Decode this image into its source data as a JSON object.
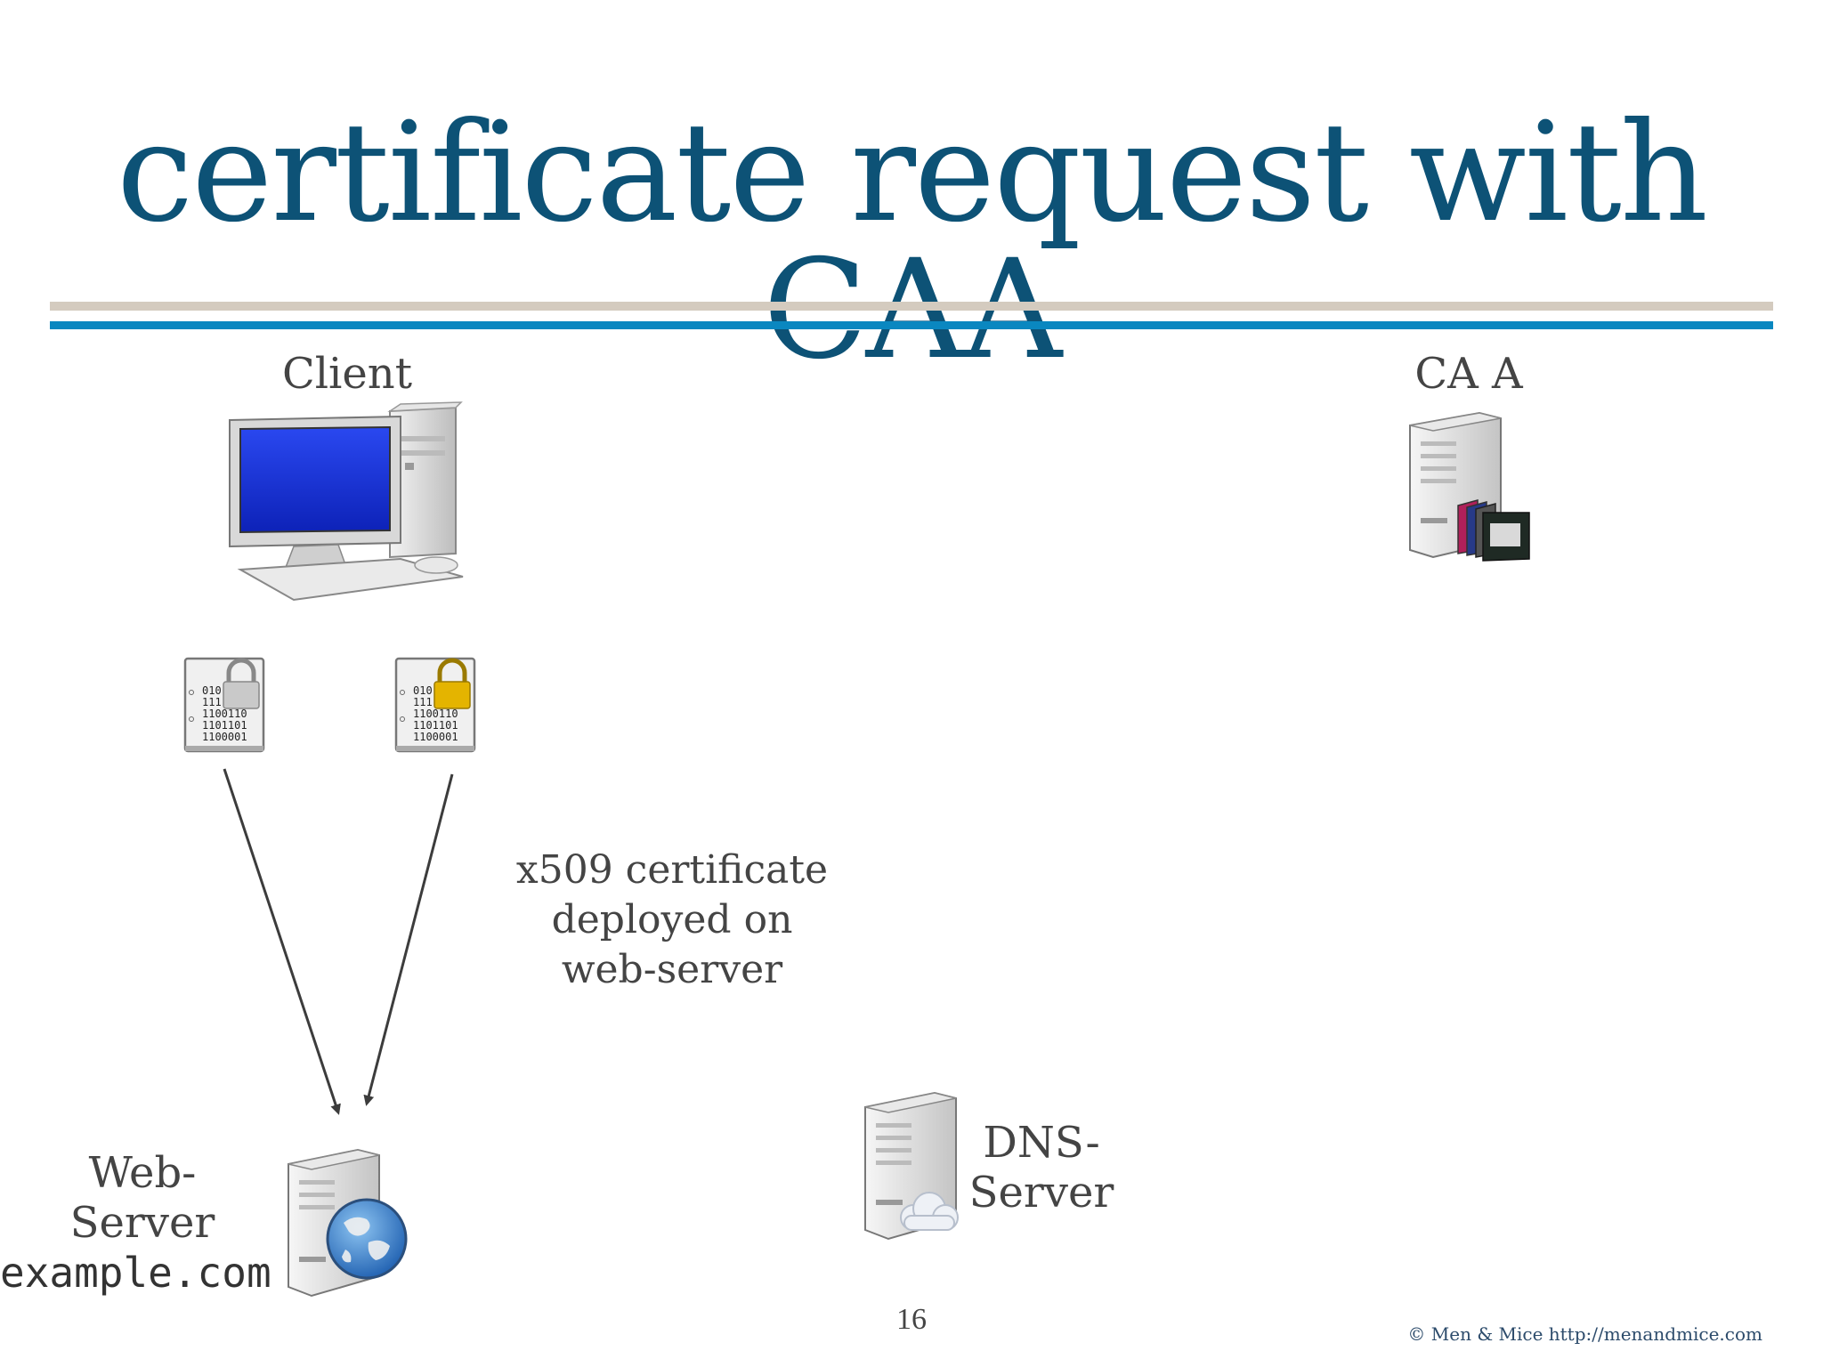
{
  "slide": {
    "title": "certificate request with CAA",
    "page_number": "16",
    "footer": "© Men & Mice  http://menandmice.com"
  },
  "diagram": {
    "client_label": "Client",
    "ca_label": "CA A",
    "certificate_text_lines": [
      "x509 certificate",
      "deployed on",
      "web-server"
    ],
    "webserver_label_lines": [
      "Web-",
      "Server"
    ],
    "webserver_domain": "example.com",
    "dns_label_lines": [
      "DNS-",
      "Server"
    ],
    "cert_icon_lines": [
      "010",
      "111",
      "1100110",
      "1101101",
      "1100001"
    ]
  },
  "icons": [
    "desktop-computer-icon",
    "server-with-folders-icon",
    "certificate-gray-lock-icon",
    "certificate-gold-lock-icon",
    "server-globe-icon",
    "server-cloud-icon"
  ],
  "colors": {
    "title": "#0d5276",
    "rule_beige": "#d4cbbf",
    "rule_blue": "#0a87c0",
    "lock_gold": "#e4b400",
    "screen_blue": "#1238d8"
  }
}
